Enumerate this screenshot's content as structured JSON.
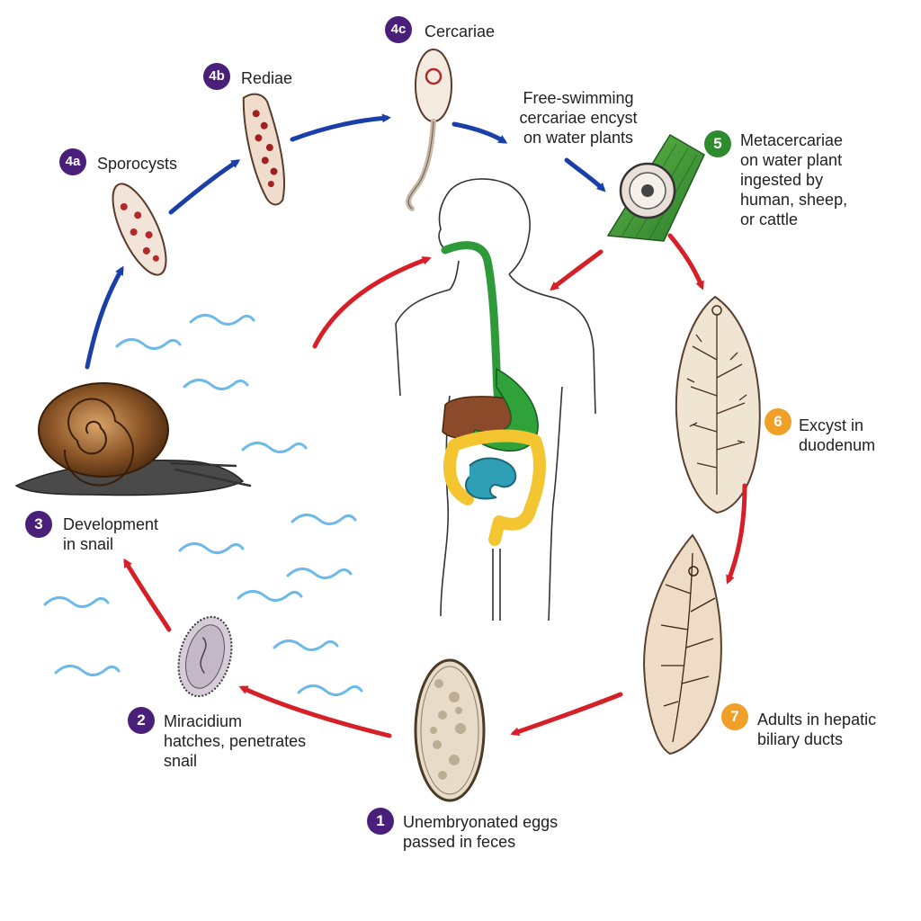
{
  "colors": {
    "purple": "#4a1f7a",
    "green": "#2e8b2e",
    "orange": "#f0a028",
    "arrow_red": "#d61f26",
    "arrow_blue": "#1a3fa8",
    "water": "#6db9e8"
  },
  "stages": [
    {
      "badge": "1",
      "lines": [
        "Unembryonated eggs",
        "passed in feces"
      ],
      "badge_color": "purple"
    },
    {
      "badge": "2",
      "lines": [
        "Miracidium",
        "hatches, penetrates",
        "snail"
      ],
      "badge_color": "purple"
    },
    {
      "badge": "3",
      "lines": [
        "Development",
        "in snail"
      ],
      "badge_color": "purple"
    },
    {
      "badge": "4a",
      "lines": [
        "Sporocysts"
      ],
      "badge_color": "purple"
    },
    {
      "badge": "4b",
      "lines": [
        "Rediae"
      ],
      "badge_color": "purple"
    },
    {
      "badge": "4c",
      "lines": [
        "Cercariae"
      ],
      "badge_color": "purple"
    },
    {
      "badge": "5",
      "lines": [
        "Metacercariae",
        "on water plant",
        "ingested by",
        "human, sheep,",
        "or cattle"
      ],
      "badge_color": "green"
    },
    {
      "badge": "6",
      "lines": [
        "Excyst in",
        "duodenum"
      ],
      "badge_color": "orange"
    },
    {
      "badge": "7",
      "lines": [
        "Adults in hepatic",
        "biliary ducts"
      ],
      "badge_color": "orange"
    }
  ],
  "annotation": {
    "lines": [
      "Free-swimming",
      "cercariae encyst",
      "on water plants"
    ]
  }
}
